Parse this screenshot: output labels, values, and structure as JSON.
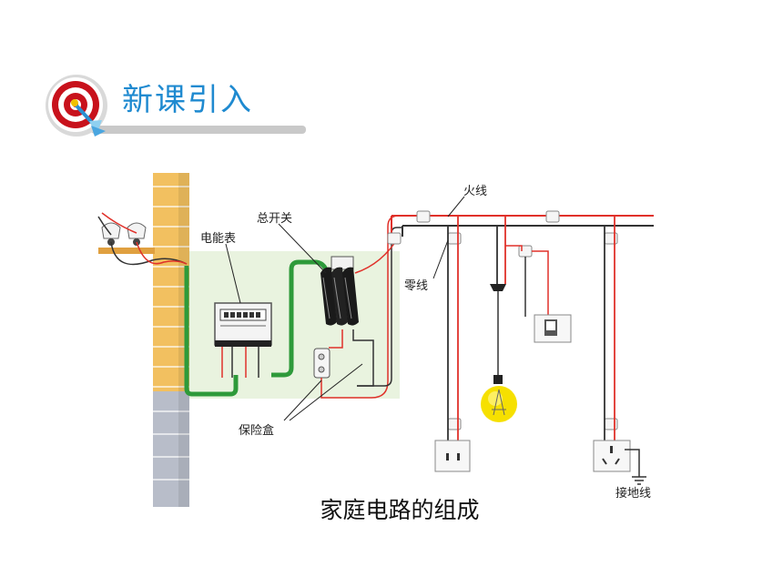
{
  "header": {
    "title": "新课引入"
  },
  "diagram": {
    "labels": {
      "meter": "电能表",
      "main_switch": "总开关",
      "fuse_box": "保险盒",
      "live_wire": "火线",
      "neutral_wire": "零线",
      "ground_wire": "接地线"
    },
    "caption": "家庭电路的组成"
  },
  "colors": {
    "title": "#1f8ad0",
    "live": "#e0312a",
    "neutral": "#333333",
    "ground": "#2e9a3a",
    "panel": "#e9f3df",
    "brick": "#f2c060",
    "bulb": "#f6e000"
  }
}
